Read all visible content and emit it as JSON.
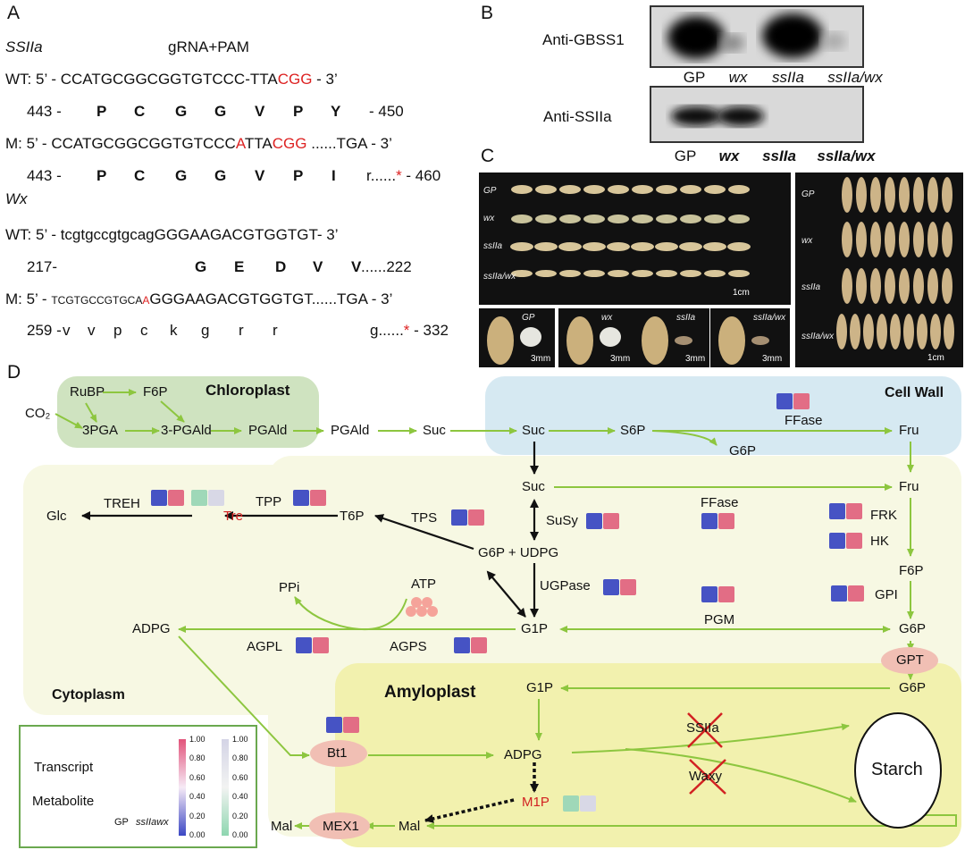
{
  "panelA": {
    "label": "A",
    "gene1": "SSIIa",
    "grna_label": "gRNA+PAM",
    "wt1_pre": "WT: 5’ - CCATGCGGCGGTGTCCC-TTA",
    "wt1_pam": "CGG",
    "wt1_post": " - 3’",
    "aa1_start": "443 -",
    "aa1": [
      "P",
      "C",
      "G",
      "G",
      "V",
      "P",
      "Y"
    ],
    "aa1_end": "- 450",
    "m1_pre": "M: 5’ - CCATGCGGCGGTGTCCC",
    "m1_ins": "A",
    "m1_mid": "TTA",
    "m1_pam": "CGG",
    "m1_post": " ......TGA - 3’",
    "aa2_start": "443 -",
    "aa2": [
      "P",
      "C",
      "G",
      "G",
      "V",
      "P",
      "I"
    ],
    "aa2_tail": "r......",
    "aa2_star": "*",
    "aa2_end": " - 460",
    "gene2": "Wx",
    "wt2": "WT: 5’ - tcgtgccgtgcagGGGAAGACGTGGTGT- 3’",
    "aa3_start": "217-",
    "aa3": [
      "G",
      "E",
      "D",
      "V",
      "V"
    ],
    "aa3_end": "......222",
    "m2_pre": "M: 5’ - ",
    "m2_small": "TCGTGCCGTGCA",
    "m2_ins": "A",
    "m2_post": "GGGAAGACGTGGTGT",
    "m2_end": "......TGA - 3’",
    "aa4_start": "259 -",
    "aa4": [
      "v",
      "v",
      "p",
      "c",
      "k",
      "g",
      "r",
      "r"
    ],
    "aa4_tail": "g......",
    "aa4_star": "*",
    "aa4_end": " - 332"
  },
  "panelB": {
    "label": "B",
    "blot1": "Anti-GBSS1",
    "blot2": "Anti-SSIIa",
    "lanes": [
      "GP",
      "wx",
      "ssIIa",
      "ssIIa/wx"
    ]
  },
  "panelC": {
    "label": "C",
    "rows": [
      "GP",
      "wx",
      "ssIIa",
      "ssIIa/wx"
    ],
    "scale_1cm": "1cm",
    "scale_3mm": "3mm",
    "small_labels": [
      "GP",
      "wx",
      "ssIIa",
      "ssIIa/wx"
    ]
  },
  "panelD": {
    "label": "D",
    "compartments": {
      "chloroplast": "Chloroplast",
      "cell_wall": "Cell Wall",
      "cytoplasm": "Cytoplasm",
      "amyloplast": "Amyloplast"
    },
    "metabolites": {
      "co2": "CO₂",
      "rubp": "RuBP",
      "f6p_chl": "F6P",
      "pga3": "3PGA",
      "pgald3": "3-PGAld",
      "pgald_a": "PGAld",
      "pgald_b": "PGAld",
      "suc1": "Suc",
      "suc2": "Suc",
      "s6p": "S6P",
      "g6p_cw": "G6P",
      "fru_cw": "Fru",
      "suc3": "Suc",
      "fru2": "Fru",
      "f6p2": "F6P",
      "g6p2": "G6P",
      "g6p3": "G6P",
      "glc": "Glc",
      "tre": "Tre",
      "t6p": "T6P",
      "g6p_udpg": "G6P + UDPG",
      "ppi": "PPi",
      "atp": "ATP",
      "adpg1": "ADPG",
      "g1p1": "G1P",
      "g1p2": "G1P",
      "adpg2": "ADPG",
      "m1p": "M1P",
      "mal1": "Mal",
      "mal2": "Mal",
      "starch": "Starch"
    },
    "enzymes": {
      "ffase1": "FFase",
      "ffase2": "FFase",
      "treh": "TREH",
      "tpp": "TPP",
      "tps": "TPS",
      "susy": "SuSy",
      "frk": "FRK",
      "hk": "HK",
      "ugpase": "UGPase",
      "pgm": "PGM",
      "gpi": "GPI",
      "agpl": "AGPL",
      "agps": "AGPS",
      "gpt": "GPT",
      "bt1": "Bt1",
      "mex1": "MEX1",
      "ssiia": "SSIIa",
      "waxy": "Waxy"
    },
    "legend": {
      "transcript": "Transcript",
      "metabolite": "Metabolite",
      "gp": "GP",
      "ssiiawx": "ssIIawx",
      "ticks": [
        "1.00",
        "0.80",
        "0.60",
        "0.40",
        "0.20",
        "0.00"
      ]
    },
    "colors": {
      "arrow_green": "#8dc63f",
      "chloroplast_bg": "#cfe3c0",
      "cellwall_bg": "#d6e9f2",
      "cytoplasm_bg": "#f7f8e3",
      "amyloplast_bg": "#f2f1ae",
      "transcript_gp": "#4653c4",
      "transcript_mut": "#e26d85",
      "metabolite_gp": "#9fd8b8",
      "metabolite_mut": "#d8d8e6",
      "enzyme_ellipse": "#f1bfb4",
      "mark_red": "#d22222"
    }
  }
}
